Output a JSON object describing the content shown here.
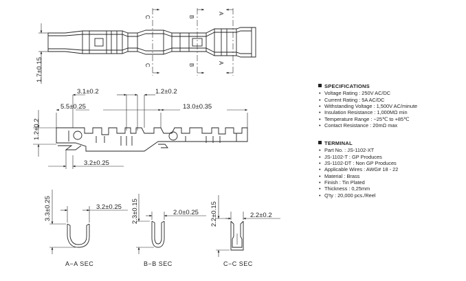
{
  "dimensions": {
    "top_height": "1.7±0.15",
    "d_3_1": "3.1±0.2",
    "d_1_2_top": "1.2±0.2",
    "d_5_5": "5.5±0.25",
    "d_13_0": "13.0±0.35",
    "d_1_2_side": "1.2±0.2",
    "d_3_2_bottom": "3.2±0.25",
    "a_height": "3.3±0.25",
    "a_width": "3.2±0.25",
    "b_height": "2.3±0.15",
    "b_width": "2.0±0.25",
    "c_height": "2.2±0.15",
    "c_width": "2.2±0.2"
  },
  "cut_markers": {
    "c": "C",
    "b": "B",
    "a": "A"
  },
  "sections": {
    "a": "A−A  SEC",
    "b": "B−B  SEC",
    "c": "C−C  SEC"
  },
  "specifications": {
    "title": "SPECIFICATIONS",
    "items": [
      "Voltage Rating : 250V AC/DC",
      "Current Rating : 5A AC/DC",
      "Withstanding Voltage : 1,500V AC/minute",
      "Insulation Resistance : 1,000MΩ min",
      "Temperature Range : −25℃ to +85℃",
      "Contact Resistance : 20mΩ max"
    ]
  },
  "terminal": {
    "title": "TERMINAL",
    "items": [
      "Part No. : JS-1102-XT",
      "JS-1102-T : GP Produces",
      "JS-1102-DT : Non GP Produces",
      "Applicable Wires : AWG# 18 - 22",
      "Material : Brass",
      "Finish : Tin Plated",
      "Thickness : 0,25mm",
      "Q'ty : 20,000 pcs./Reel"
    ]
  }
}
